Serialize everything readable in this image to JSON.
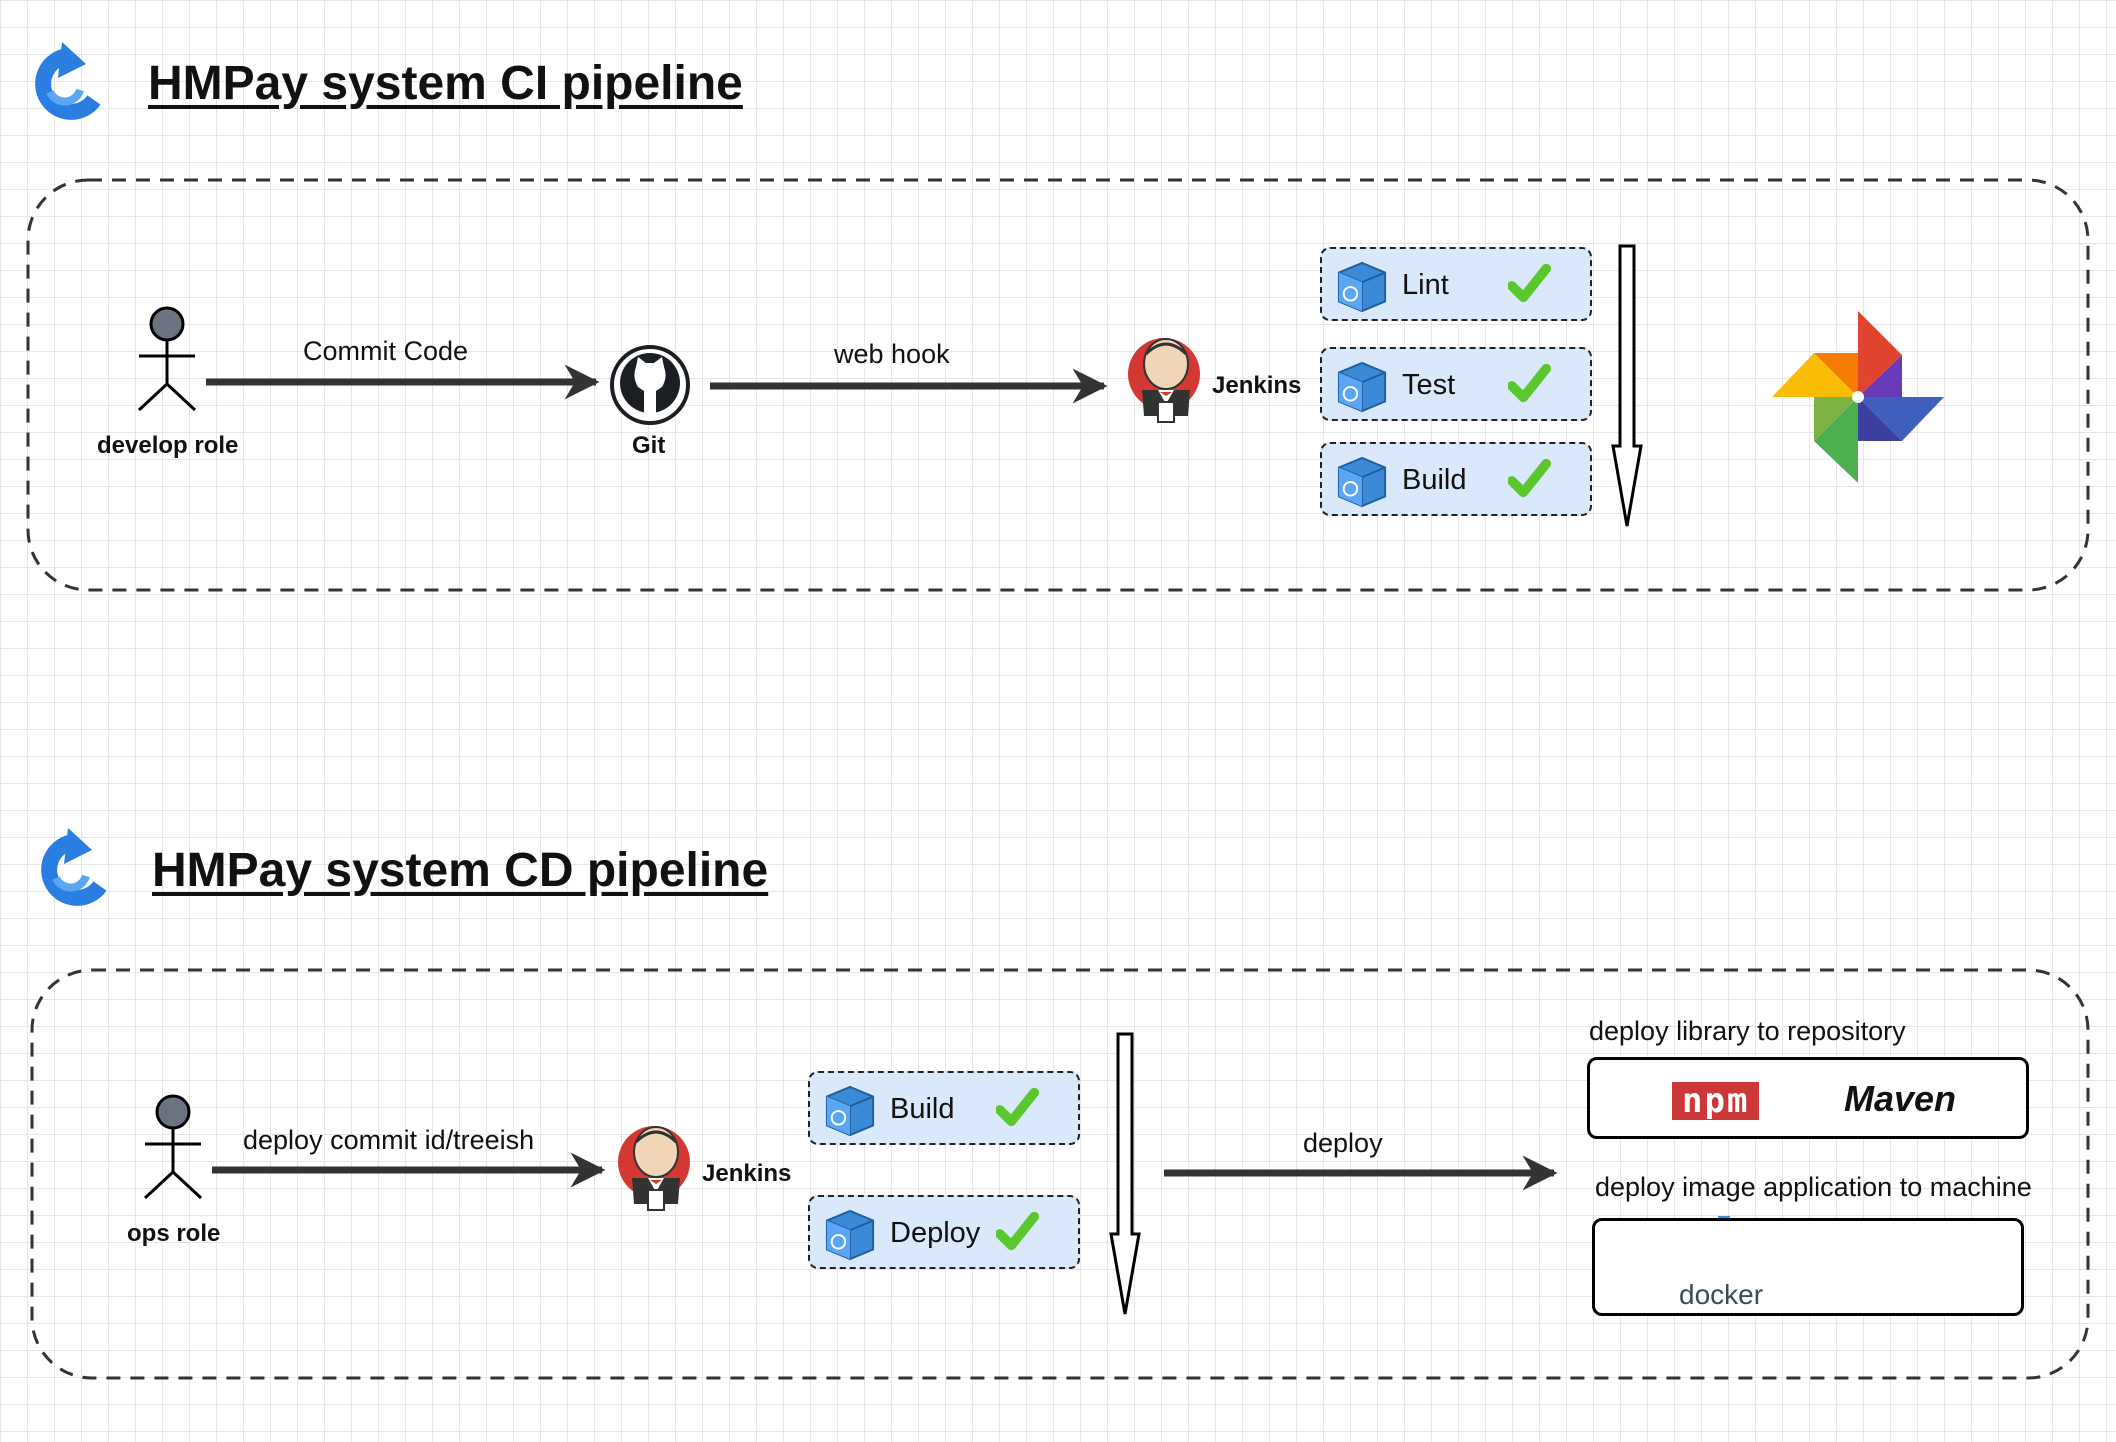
{
  "ci": {
    "title": "HMPay system CI pipeline",
    "develop_role": "develop role",
    "commit_label": "Commit Code",
    "git_label": "Git",
    "webhook_label": "web hook",
    "jenkins_label": "Jenkins",
    "stages": [
      {
        "label": "Lint",
        "status": "passed"
      },
      {
        "label": "Test",
        "status": "passed"
      },
      {
        "label": "Build",
        "status": "passed"
      }
    ]
  },
  "cd": {
    "title": "HMPay system CD pipeline",
    "ops_role": "ops role",
    "deploy_commit_label": "deploy commit id/treeish",
    "jenkins_label": "Jenkins",
    "stages": [
      {
        "label": "Build",
        "status": "passed"
      },
      {
        "label": "Deploy",
        "status": "passed"
      }
    ],
    "deploy_label": "deploy",
    "library_title": "deploy library to repository",
    "npm_logo": "npm",
    "maven_logo": "Maven",
    "image_title": "deploy image application to machine",
    "docker_logo": "docker"
  },
  "colors": {
    "stage_fill": "#dae8fc",
    "check": "#5cc72c",
    "arrow": "#333333",
    "npm_red": "#cb3837",
    "docker_blue": "#2496ed",
    "refresh_blue": "#2a7de1"
  },
  "icons": [
    "refresh-logo-icon",
    "actor-icon",
    "github-icon",
    "jenkins-icon",
    "cube-icon",
    "check-icon",
    "pinwheel-icon",
    "docker-icon",
    "raspberry-icon"
  ]
}
